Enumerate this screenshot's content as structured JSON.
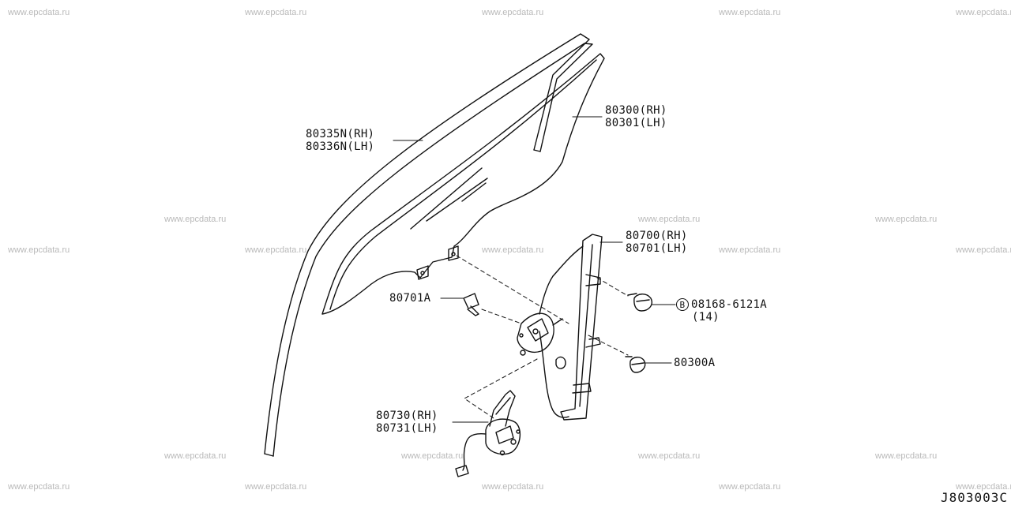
{
  "watermark_text": "www.epcdata.ru",
  "labels": {
    "run_channel": [
      "80335N(RH)",
      "80336N(LH)"
    ],
    "door_glass": [
      "80300(RH)",
      "80301(LH)"
    ],
    "regulator": [
      "80700(RH)",
      "80701(LH)"
    ],
    "bolt_a": "80701A",
    "bolt_b_prefix": "B",
    "bolt_b": [
      "08168-6121A",
      "(14)"
    ],
    "bolt_c": "80300A",
    "motor": [
      "80730(RH)",
      "80731(LH)"
    ]
  },
  "diagram_code": "J803003C"
}
